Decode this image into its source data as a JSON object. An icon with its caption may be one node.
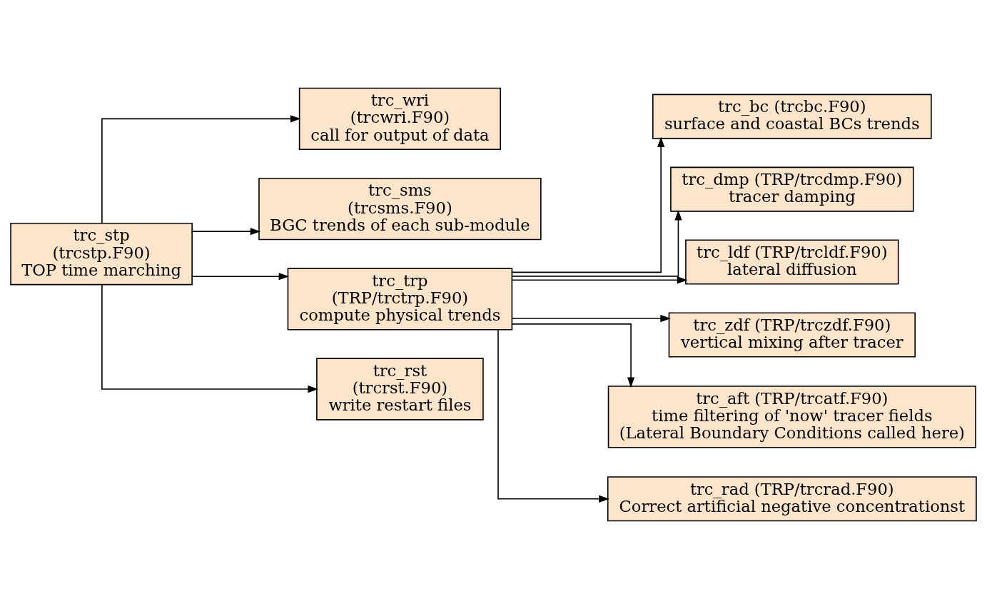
{
  "diagram": {
    "nodes": [
      {
        "text": [
          "trc_stp",
          "(trcstp.F90)",
          "TOP time marching"
        ]
      },
      {
        "text": [
          "trc_wri",
          "(trcwri.F90)",
          "call for output of data"
        ]
      },
      {
        "text": [
          "trc_sms",
          "(trcsms.F90)",
          "BGC trends of each sub-module"
        ]
      },
      {
        "text": [
          "trc_trp",
          "(TRP/trctrp.F90)",
          "compute physical trends"
        ]
      },
      {
        "text": [
          "trc_rst",
          "(trcrst.F90)",
          "write restart files"
        ]
      },
      {
        "text": [
          "trc_bc (trcbc.F90)",
          "surface and coastal BCs trends"
        ]
      },
      {
        "text": [
          "trc_dmp (TRP/trcdmp.F90)",
          "tracer damping"
        ]
      },
      {
        "text": [
          "trc_ldf (TRP/trcldf.F90)",
          "lateral diffusion"
        ]
      },
      {
        "text": [
          "trc_zdf (TRP/trczdf.F90)",
          "vertical mixing after tracer"
        ]
      },
      {
        "text": [
          "trc_aft (TRP/trcatf.F90)",
          "time filtering of 'now' tracer fields",
          "(Lateral Boundary Conditions called here)"
        ]
      },
      {
        "text": [
          "trc_rad (TRP/trcrad.F90)",
          "Correct artificial negative concentrationst"
        ]
      }
    ],
    "edges": [
      {
        "from": 0,
        "to": 1,
        "arrow": "to"
      },
      {
        "from": 0,
        "to": 2,
        "arrow": "to"
      },
      {
        "from": 0,
        "to": 3,
        "arrow": "to"
      },
      {
        "from": 0,
        "to": 4,
        "arrow": "to"
      },
      {
        "from": 3,
        "to": 5,
        "arrow": "to"
      },
      {
        "from": 3,
        "to": 6,
        "arrow": "to"
      },
      {
        "from": 3,
        "to": 7,
        "arrow": "to"
      },
      {
        "from": 3,
        "to": 8,
        "arrow": "to"
      },
      {
        "from": 3,
        "to": 9,
        "arrow": "to"
      },
      {
        "from": 3,
        "to": 10,
        "arrow": "to"
      }
    ]
  }
}
